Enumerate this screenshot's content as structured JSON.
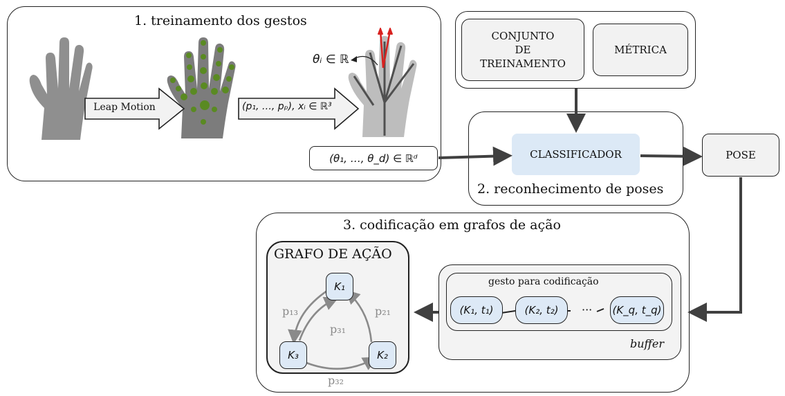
{
  "training": {
    "title": "1. treinamento dos gestos",
    "leap_label": "Leap Motion",
    "points_label": "(p₁, …, pₚ), xᵢ ∈ ℝ³",
    "angle_label": "θᵢ ∈ ℝ",
    "vector_label": "(θ₁, …, θ_d) ∈ ℝᵈ"
  },
  "setup": {
    "training_set_label": "CONJUNTO\nDE\nTREINAMENTO",
    "metric_label": "MÉTRICA"
  },
  "recognition": {
    "title": "2. reconhecimento de poses",
    "classifier_label": "CLASSIFICADOR",
    "pose_label": "POSE"
  },
  "encoding": {
    "title": "3. codificação em grafos de ação",
    "graph_title": "GRAFO DE AÇÃO",
    "buffer_title": "gesto para codificação",
    "buffer_label": "buffer",
    "ellipsis": "···",
    "buffer_items": [
      "(K₁, t₁)",
      "(K₂, t₂)",
      "(K_q, t_q)"
    ],
    "nodes": [
      "K₁",
      "K₂",
      "K₃"
    ],
    "edges": [
      "p₁₃",
      "p₂₁",
      "p₃₁",
      "p₃₂"
    ]
  },
  "colors": {
    "classifier_fill": "#dce9f6",
    "node_fill": "#dde9f6",
    "arrow": "#404040",
    "graph_arrow": "#8a8a8a",
    "hand_gray": "#8f8f8f",
    "joint_green": "#5a8a22",
    "angle_red": "#d8211f"
  }
}
